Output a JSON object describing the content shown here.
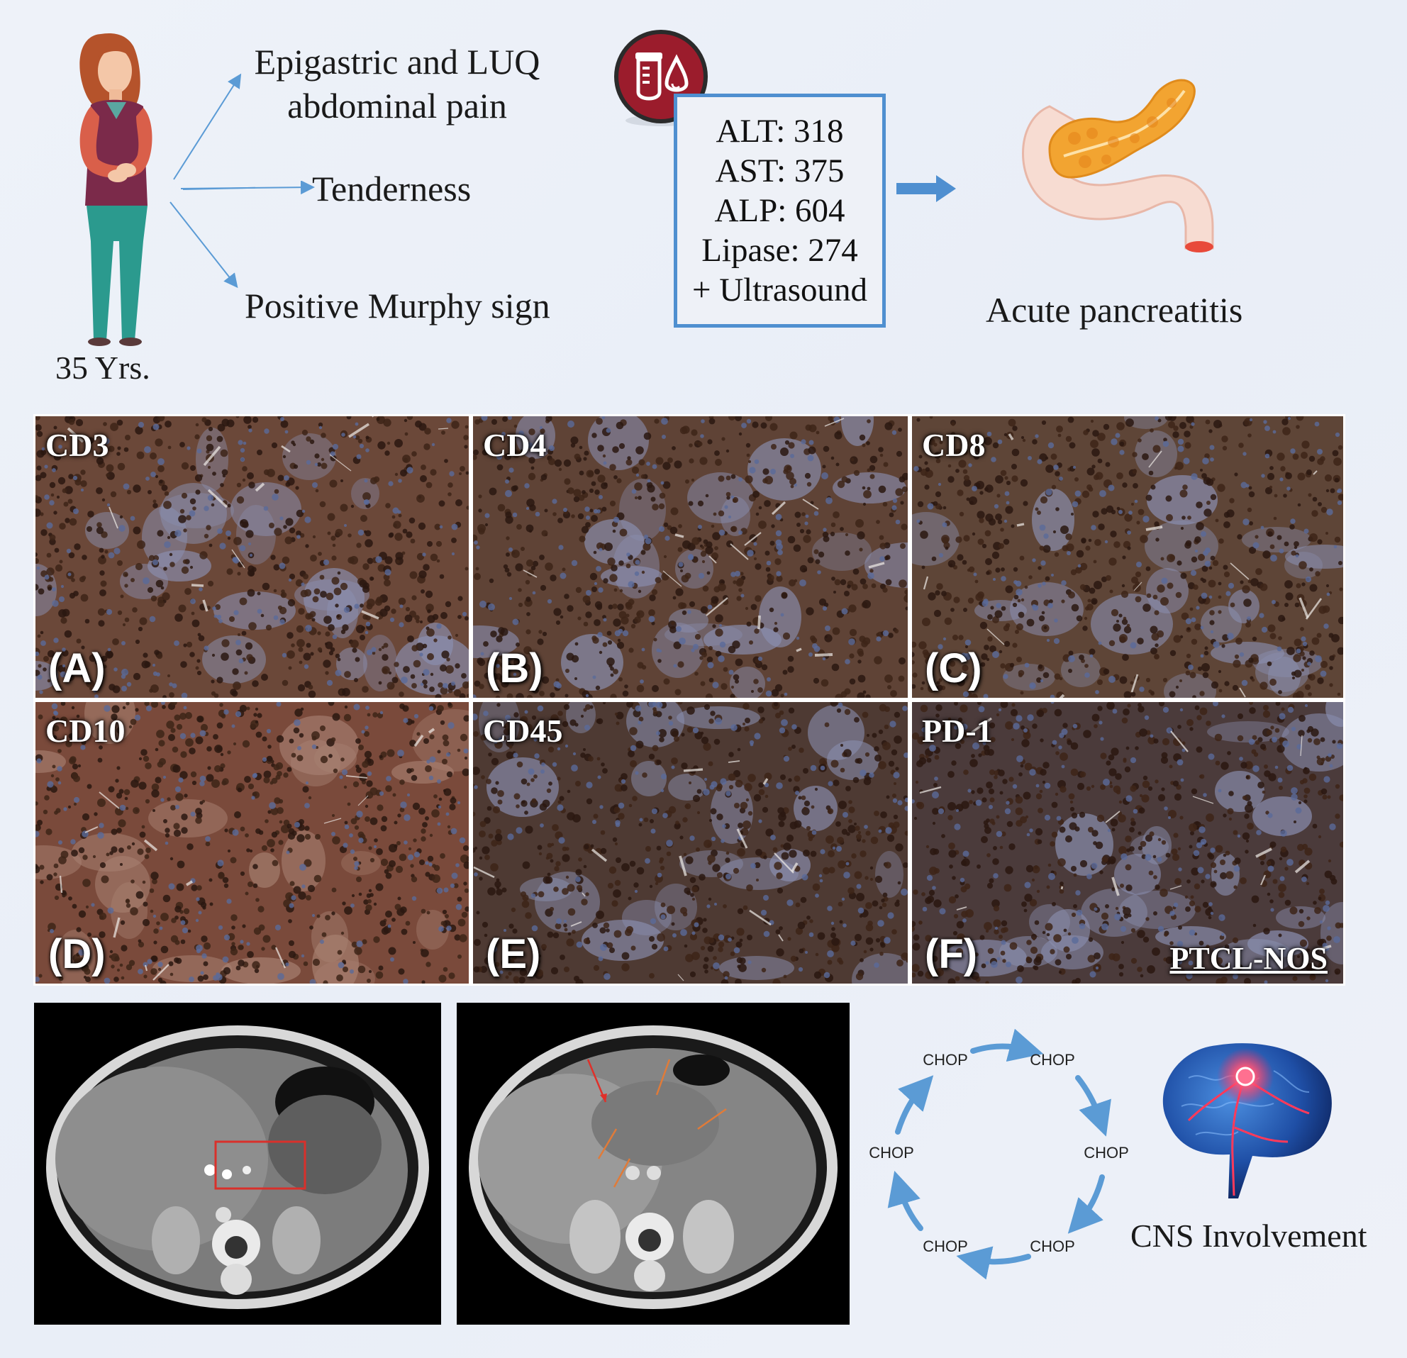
{
  "patient": {
    "age_label": "35 Yrs."
  },
  "symptoms": [
    {
      "line1": "Epigastric and LUQ",
      "line2": "abdominal pain"
    },
    {
      "line1": "Tenderness",
      "line2": ""
    },
    {
      "line1": "Positive Murphy sign",
      "line2": ""
    }
  ],
  "labs": {
    "values": [
      "ALT: 318",
      "AST: 375",
      "ALP: 604",
      "Lipase: 274",
      "+ Ultrasound"
    ]
  },
  "diagnosis": {
    "label": "Acute pancreatitis"
  },
  "histology": {
    "panels": [
      {
        "marker": "CD3",
        "letter": "(A)",
        "tone": "#6b4839"
      },
      {
        "marker": "CD4",
        "letter": "(B)",
        "tone": "#5f4336"
      },
      {
        "marker": "CD8",
        "letter": "(C)",
        "tone": "#5e4537"
      },
      {
        "marker": "CD10",
        "letter": "(D)",
        "tone": "#7a4a3b"
      },
      {
        "marker": "CD45",
        "letter": "(E)",
        "tone": "#4e3a33"
      },
      {
        "marker": "PD-1",
        "letter": "(F)",
        "tone": "#4b3b3b"
      }
    ],
    "footnote": "PTCL-NOS"
  },
  "treatment": {
    "cycle_labels": [
      "CHOP",
      "CHOP",
      "CHOP",
      "CHOP",
      "CHOP",
      "CHOP"
    ],
    "arrow_color": "#5b9bd5"
  },
  "outcome": {
    "label": "CNS Involvement"
  },
  "colors": {
    "lab_box_border": "#4f8fd0",
    "flow_arrow": "#4f8fd0",
    "ct_box": "#d9302b",
    "ct_arrow_red": "#e0302a",
    "ct_arrow_orange": "#e07b39"
  }
}
